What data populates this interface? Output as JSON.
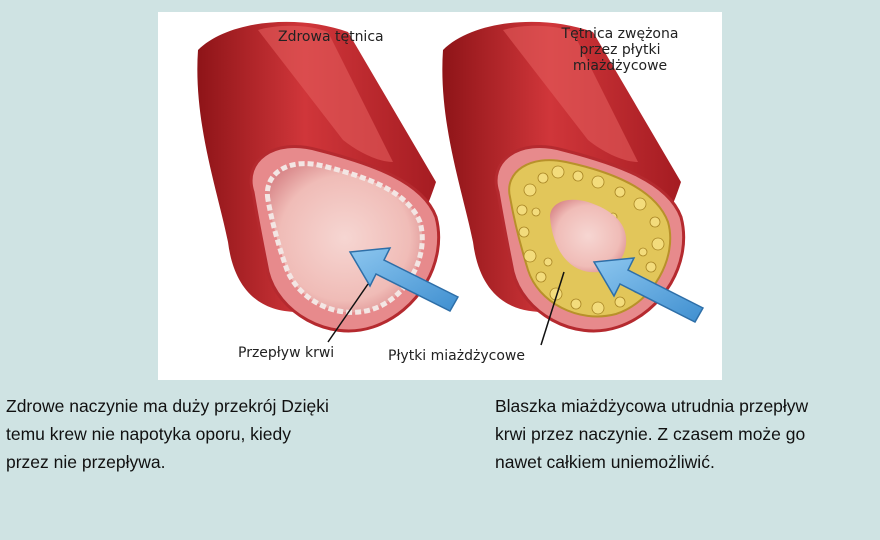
{
  "figure": {
    "label_healthy": "Zdrowa tętnica",
    "label_narrowed": "Tętnica zwężona przez płytki miażdżycowe",
    "label_blood_flow": "Przepływ krwi",
    "label_plaques": "Płytki miażdżycowe"
  },
  "captions": {
    "healthy_lines": [
      "Zdrowe naczynie ma duży przekrój Dzięki",
      "temu krew nie napotyka oporu, kiedy",
      "przez nie przepływa."
    ],
    "narrowed_lines": [
      "Blaszka miażdżycowa utrudnia przepływ",
      "krwi przez naczynie. Z czasem może go",
      "nawet całkiem uniemożliwić."
    ]
  },
  "colors": {
    "background": "#cfe3e3",
    "artery_red": "#c4262b",
    "artery_dark": "#8e1418",
    "arrow_blue": "#5aa6dd",
    "plaque_yellow": "#e2c65a"
  }
}
